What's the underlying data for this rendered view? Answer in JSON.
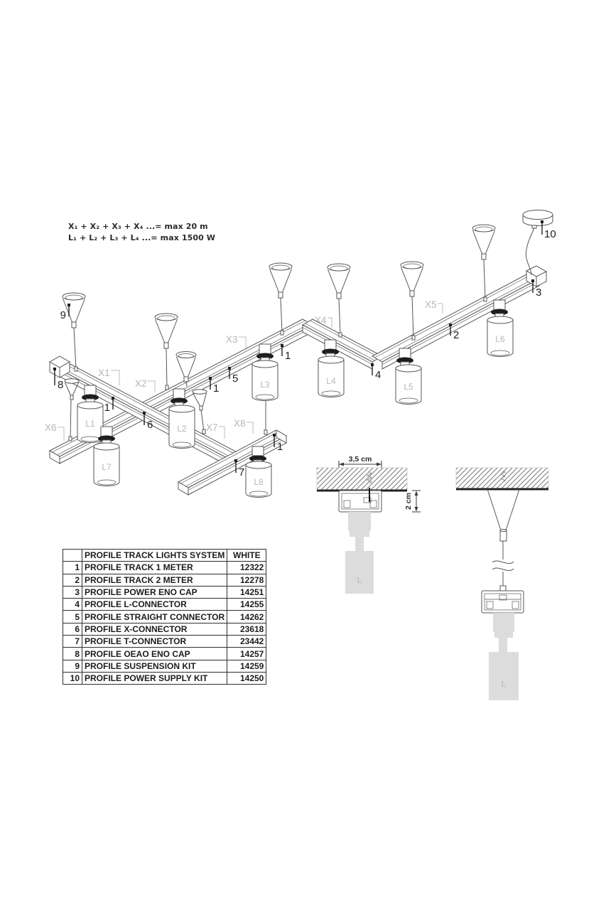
{
  "formulas": {
    "line1": "X₁ + X₂ + X₃ + X₄ ...= max 20 m",
    "line2": "L₁ + L₂ + L₃ + L₄ ...= max 1500 W"
  },
  "diagram": {
    "track_labels": {
      "x1": "X1",
      "x2": "X2",
      "x3": "X3",
      "x4": "X4",
      "x5": "X5",
      "x6": "X6",
      "x7": "X7",
      "x8": "X8"
    },
    "lamp_labels": {
      "l1": "L1",
      "l2": "L2",
      "l3": "L3",
      "l4": "L4",
      "l5": "L5",
      "l6": "L6",
      "l7": "L7",
      "l8": "L8"
    },
    "callouts": {
      "n1": "1",
      "n2": "2",
      "n3": "3",
      "n4": "4",
      "n5": "5",
      "n6": "6",
      "n7": "7",
      "n8": "8",
      "n9": "9",
      "n10": "10"
    }
  },
  "details": {
    "surface_mounted": {
      "width_dim": "3,5 cm",
      "height_dim": "2 cm",
      "lamp_label": "L"
    },
    "suspended": {
      "lamp_label": "L"
    }
  },
  "table": {
    "headers": {
      "index": "",
      "system": "PROFILE TRACK LIGHTS SYSTEM",
      "finish": "WHITE"
    },
    "rows": [
      {
        "no": "1",
        "name": "PROFILE TRACK 1 METER",
        "code": "12322"
      },
      {
        "no": "2",
        "name": "PROFILE TRACK 2 METER",
        "code": "12278"
      },
      {
        "no": "3",
        "name": "PROFILE POWER ENO CAP",
        "code": "14251"
      },
      {
        "no": "4",
        "name": "PROFILE L-CONNECTOR",
        "code": "14255"
      },
      {
        "no": "5",
        "name": "PROFILE STRAIGHT CONNECTOR",
        "code": "14262"
      },
      {
        "no": "6",
        "name": "PROFILE X-CONNECTOR",
        "code": "23618"
      },
      {
        "no": "7",
        "name": "PROFILE T-CONNECTOR",
        "code": "23442"
      },
      {
        "no": "8",
        "name": "PROFILE OEAO ENO CAP",
        "code": "14257"
      },
      {
        "no": "9",
        "name": "PROFILE SUSPENSION KIT",
        "code": "14259"
      },
      {
        "no": "10",
        "name": "PROFILE POWER SUPPLY KIT",
        "code": "14250"
      }
    ]
  },
  "colors": {
    "line": "#565656",
    "muted_label": "#b6b6b6",
    "text": "#1c1c1c",
    "part_fill": "#dcdcdc"
  }
}
